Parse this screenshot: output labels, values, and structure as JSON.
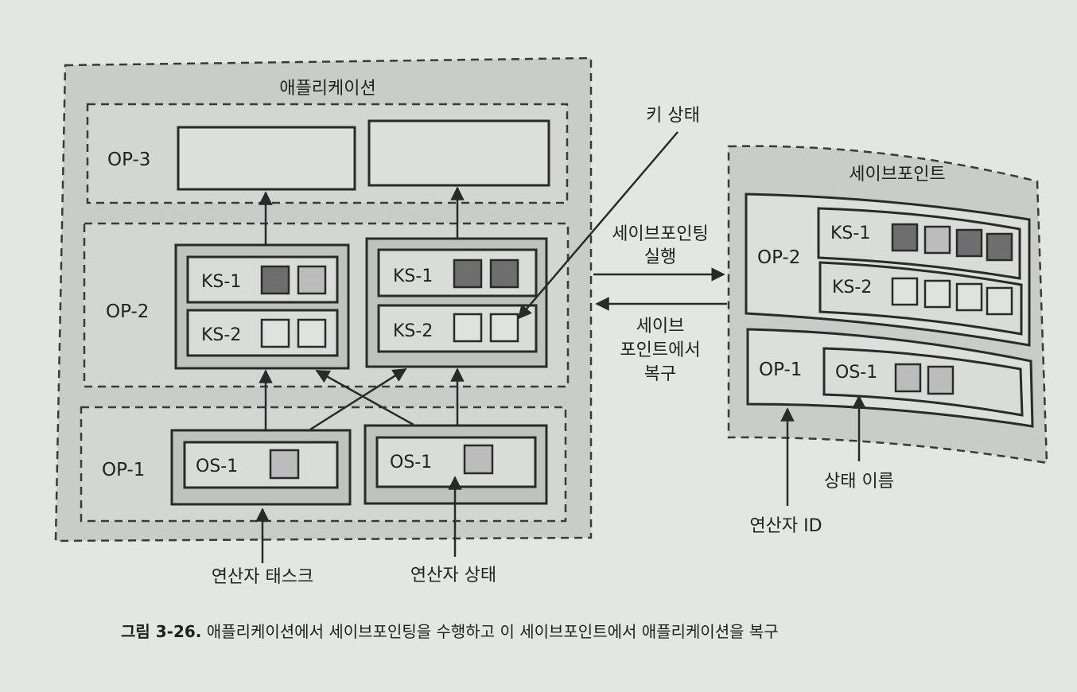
{
  "application": {
    "title": "애플리케이션",
    "op3_label": "OP-3",
    "op2_label": "OP-2",
    "op1_label": "OP-1",
    "left_task": {
      "ks1": "KS-1",
      "ks2": "KS-2",
      "os1": "OS-1"
    },
    "right_task": {
      "ks1": "KS-1",
      "ks2": "KS-2",
      "os1": "OS-1"
    }
  },
  "savepoint": {
    "title": "세이브포인트",
    "op2_label": "OP-2",
    "op1_label": "OP-1",
    "ks1": "KS-1",
    "ks2": "KS-2",
    "os1": "OS-1"
  },
  "annotations": {
    "keyed_state": "키 상태",
    "take_savepoint_line1": "세이브포인팅",
    "take_savepoint_line2": "실행",
    "restore_line1": "세이브",
    "restore_line2": "포인트에서",
    "restore_line3": "복구",
    "operator_task": "연산자 태스크",
    "operator_state": "연산자 상태",
    "state_name": "상태 이름",
    "operator_id": "연산자 ID"
  },
  "caption": {
    "number": "그림 3-26.",
    "text": "애플리케이션에서 세이브포인팅을 수행하고 이 세이브포인트에서 애플리케이션을 복구"
  },
  "colors": {
    "background": "#e3e6e1",
    "container_fill": "#c9ccc7",
    "box_fill": "#dcdfda",
    "state_dark": "#6e6e6e",
    "state_light": "#bcbcbc",
    "line": "#2a2a2a"
  }
}
